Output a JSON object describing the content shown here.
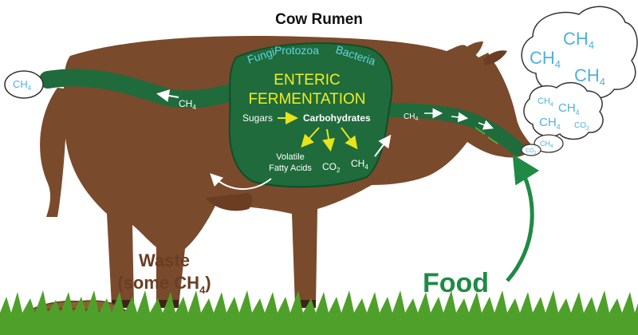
{
  "title": "Cow Rumen",
  "microbes": {
    "fungi": "Fungi",
    "protozoa": "Protozoa",
    "bacteria": "Bacteria"
  },
  "process": {
    "line1": "ENTERIC",
    "line2": "FERMENTATION"
  },
  "flow": {
    "sugars": "Sugars",
    "carbohydrates": "Carbohydrates",
    "vfa_line1": "Volatile",
    "vfa_line2": "Fatty Acids"
  },
  "gases": {
    "ch4_base": "CH",
    "ch4_sub": "4",
    "co2_base": "CO",
    "co2_sub": "2"
  },
  "waste": {
    "line1": "Waste",
    "line2_prefix": "(some CH",
    "line2_sub": "4",
    "line2_suffix": ")"
  },
  "food": "Food",
  "colors": {
    "cow": "#7a4a2c",
    "hoof": "#3c2417",
    "rumen": "#1f6b3c",
    "rumen_edge": "#0f4f29",
    "microbe_text": "#5fd4e6",
    "process_text": "#f2ef1a",
    "flow_arrow": "#e7e51a",
    "gas_text": "#4eb2de",
    "waste_text": "#6b3d22",
    "food_text": "#1f8a45",
    "grass": "#4fa02a",
    "manure": "#8a6232"
  },
  "icons": [
    "cloud-icon",
    "arrow-icon",
    "grass-icon",
    "manure-icon"
  ]
}
